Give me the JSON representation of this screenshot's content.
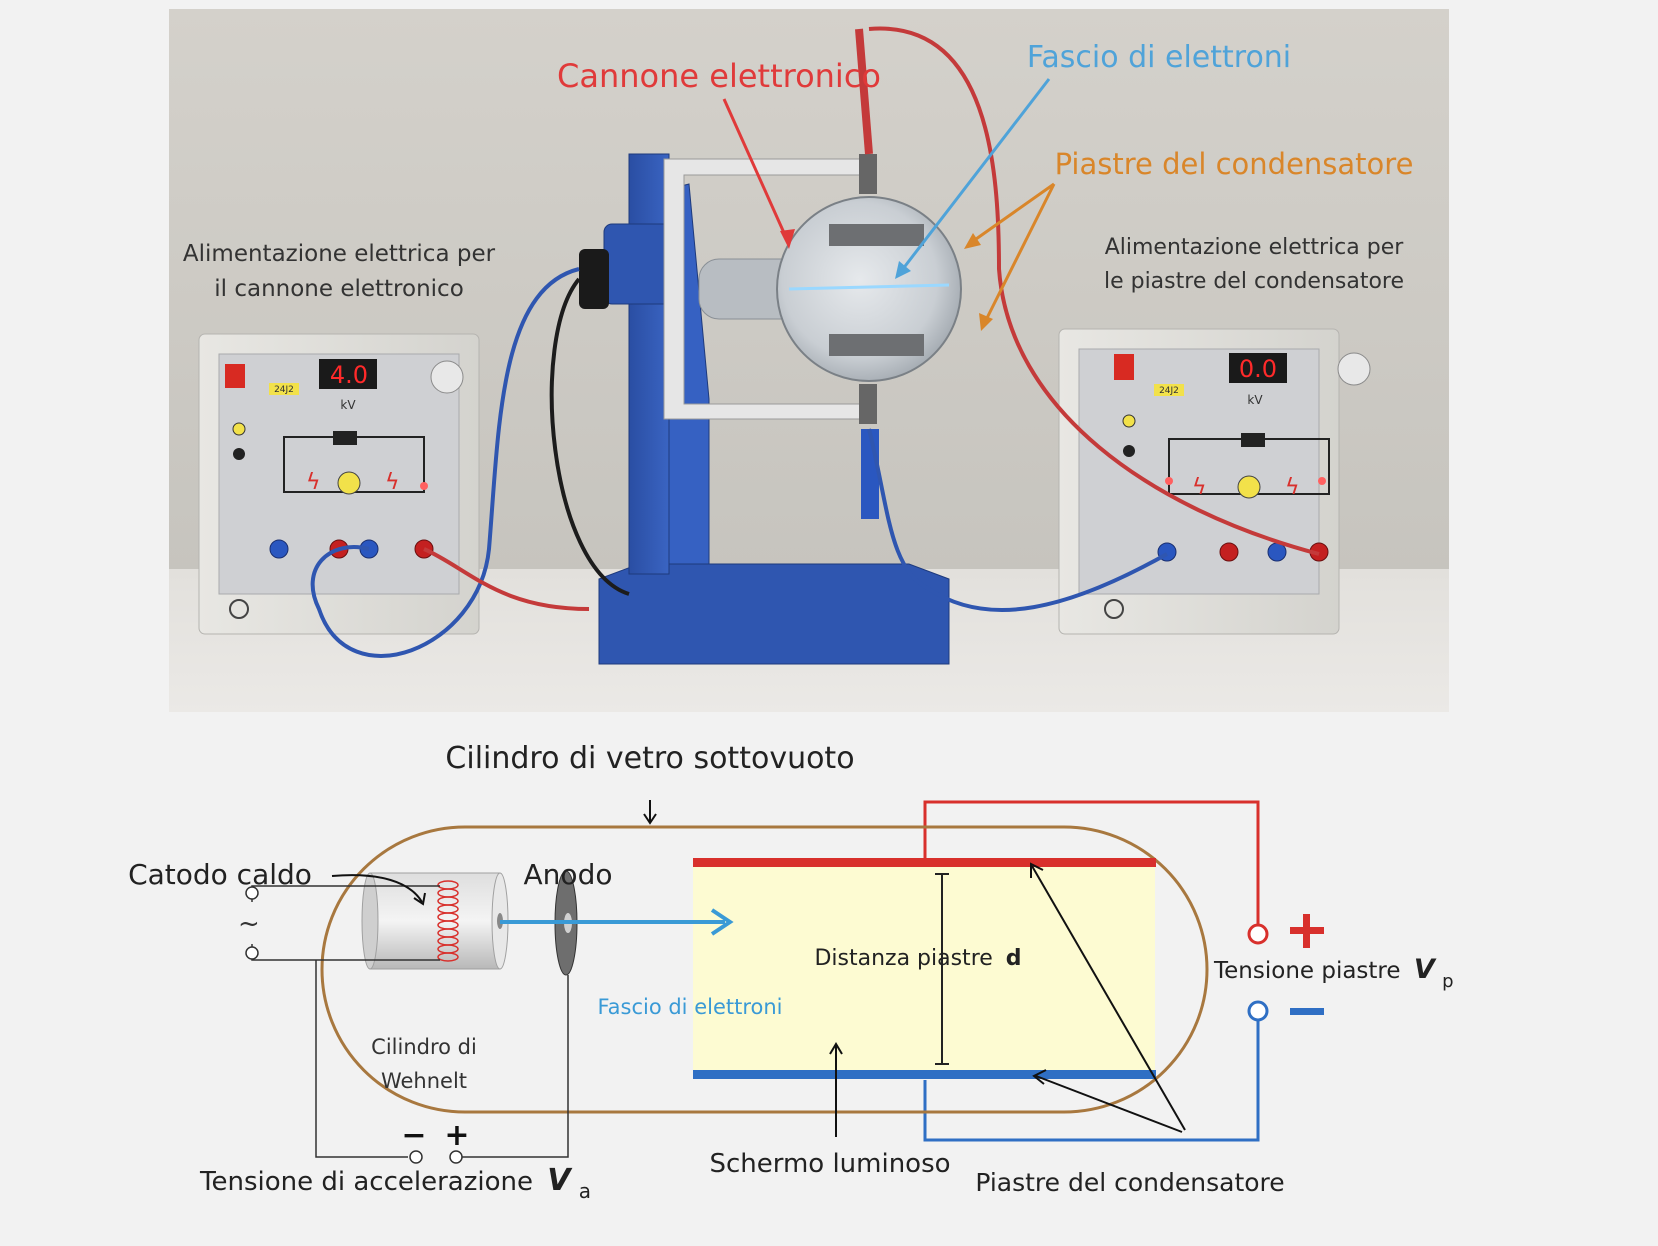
{
  "photo": {
    "label_gun": "Cannone elettronico",
    "label_beam": "Fascio di elettroni",
    "label_plates": "Piastre del condensatore",
    "label_supply_gun_1": "Alimentazione elettrica per",
    "label_supply_gun_2": "il cannone elettronico",
    "label_supply_plates_1": "Alimentazione elettrica per",
    "label_supply_plates_2": "le piastre del condensatore",
    "display_left": "4.0",
    "display_right": "0.0",
    "unit_left": "kV",
    "unit_right": "kV",
    "model_left": "24J2",
    "model_right": "24J2",
    "colors": {
      "gun_label": "#e03a3a",
      "beam_label": "#4fa3d9",
      "plates_label": "#d9862a",
      "display_digits": "#ff2a2a",
      "apparatus_blue": "#2f56b0"
    }
  },
  "diagram": {
    "title_tube": "Cilindro di vetro sottovuoto",
    "label_cathode": "Catodo caldo",
    "label_anode": "Anodo",
    "label_wehnelt_1": "Cilindro di",
    "label_wehnelt_2": "Wehnelt",
    "label_beam": "Fascio di elettroni",
    "label_distance": "Distanza piastre",
    "label_distance_symbol": "d",
    "label_plate_voltage": "Tensione piastre",
    "label_plate_voltage_symbol": "V",
    "label_plate_voltage_sub": "p",
    "label_screen": "Schermo luminoso",
    "label_plates": "Piastre del condensatore",
    "label_accel_voltage": "Tensione di accelerazione",
    "label_accel_voltage_symbol": "V",
    "label_accel_voltage_sub": "a",
    "sign_plus": "+",
    "sign_minus": "−",
    "ac_symbol": "~",
    "colors": {
      "tube_outline": "#a8783f",
      "top_plate": "#d8302c",
      "bottom_plate": "#2f6fc4",
      "screen_fill": "#fdfbd2",
      "beam": "#3a9ad6",
      "plus_sign": "#d8302c",
      "minus_sign": "#2f6fc4"
    }
  }
}
